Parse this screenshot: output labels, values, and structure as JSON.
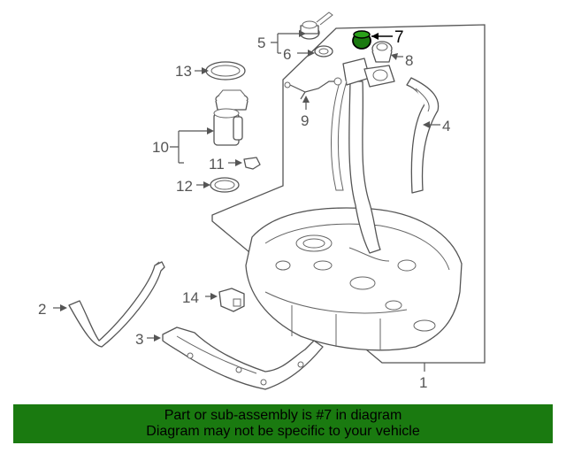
{
  "callouts": {
    "c1": "1",
    "c2": "2",
    "c3": "3",
    "c4": "4",
    "c5": "5",
    "c6": "6",
    "c7": "7",
    "c8": "8",
    "c9": "9",
    "c10": "10",
    "c11": "11",
    "c12": "12",
    "c13": "13",
    "c14": "14"
  },
  "highlight": {
    "part_number": "7",
    "color": "#1a7a10"
  },
  "banner": {
    "line1": "Part or sub-assembly is #7 in diagram",
    "line2": "Diagram may not be specific to your vehicle",
    "color": "#1a7a10"
  }
}
